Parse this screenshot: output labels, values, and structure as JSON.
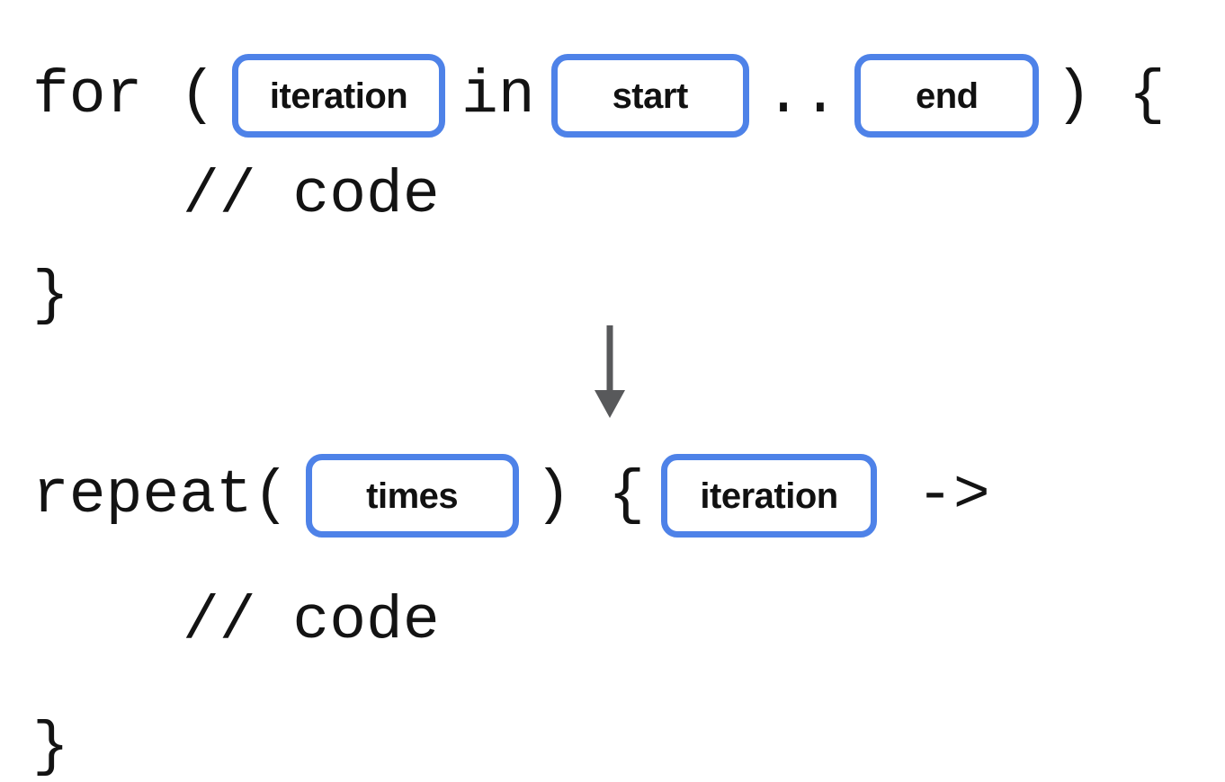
{
  "colors": {
    "background": "#ffffff",
    "slot_border": "#4e82e8",
    "code_text": "#131313",
    "arrow": "#58595b"
  },
  "before": {
    "t_prefix": "for (",
    "slot_iteration": "iteration",
    "t_in": "in",
    "slot_start": "start",
    "t_range": "..",
    "slot_end": "end",
    "t_suffix": ") {",
    "comment": "// code",
    "brace": "}"
  },
  "transform": {
    "arrow_icon": "down-arrow"
  },
  "after": {
    "t_prefix": "repeat(",
    "slot_times": "times",
    "t_mid": ") {",
    "slot_iteration": "iteration",
    "t_arrow": "->",
    "comment": "// code",
    "brace": "}"
  }
}
